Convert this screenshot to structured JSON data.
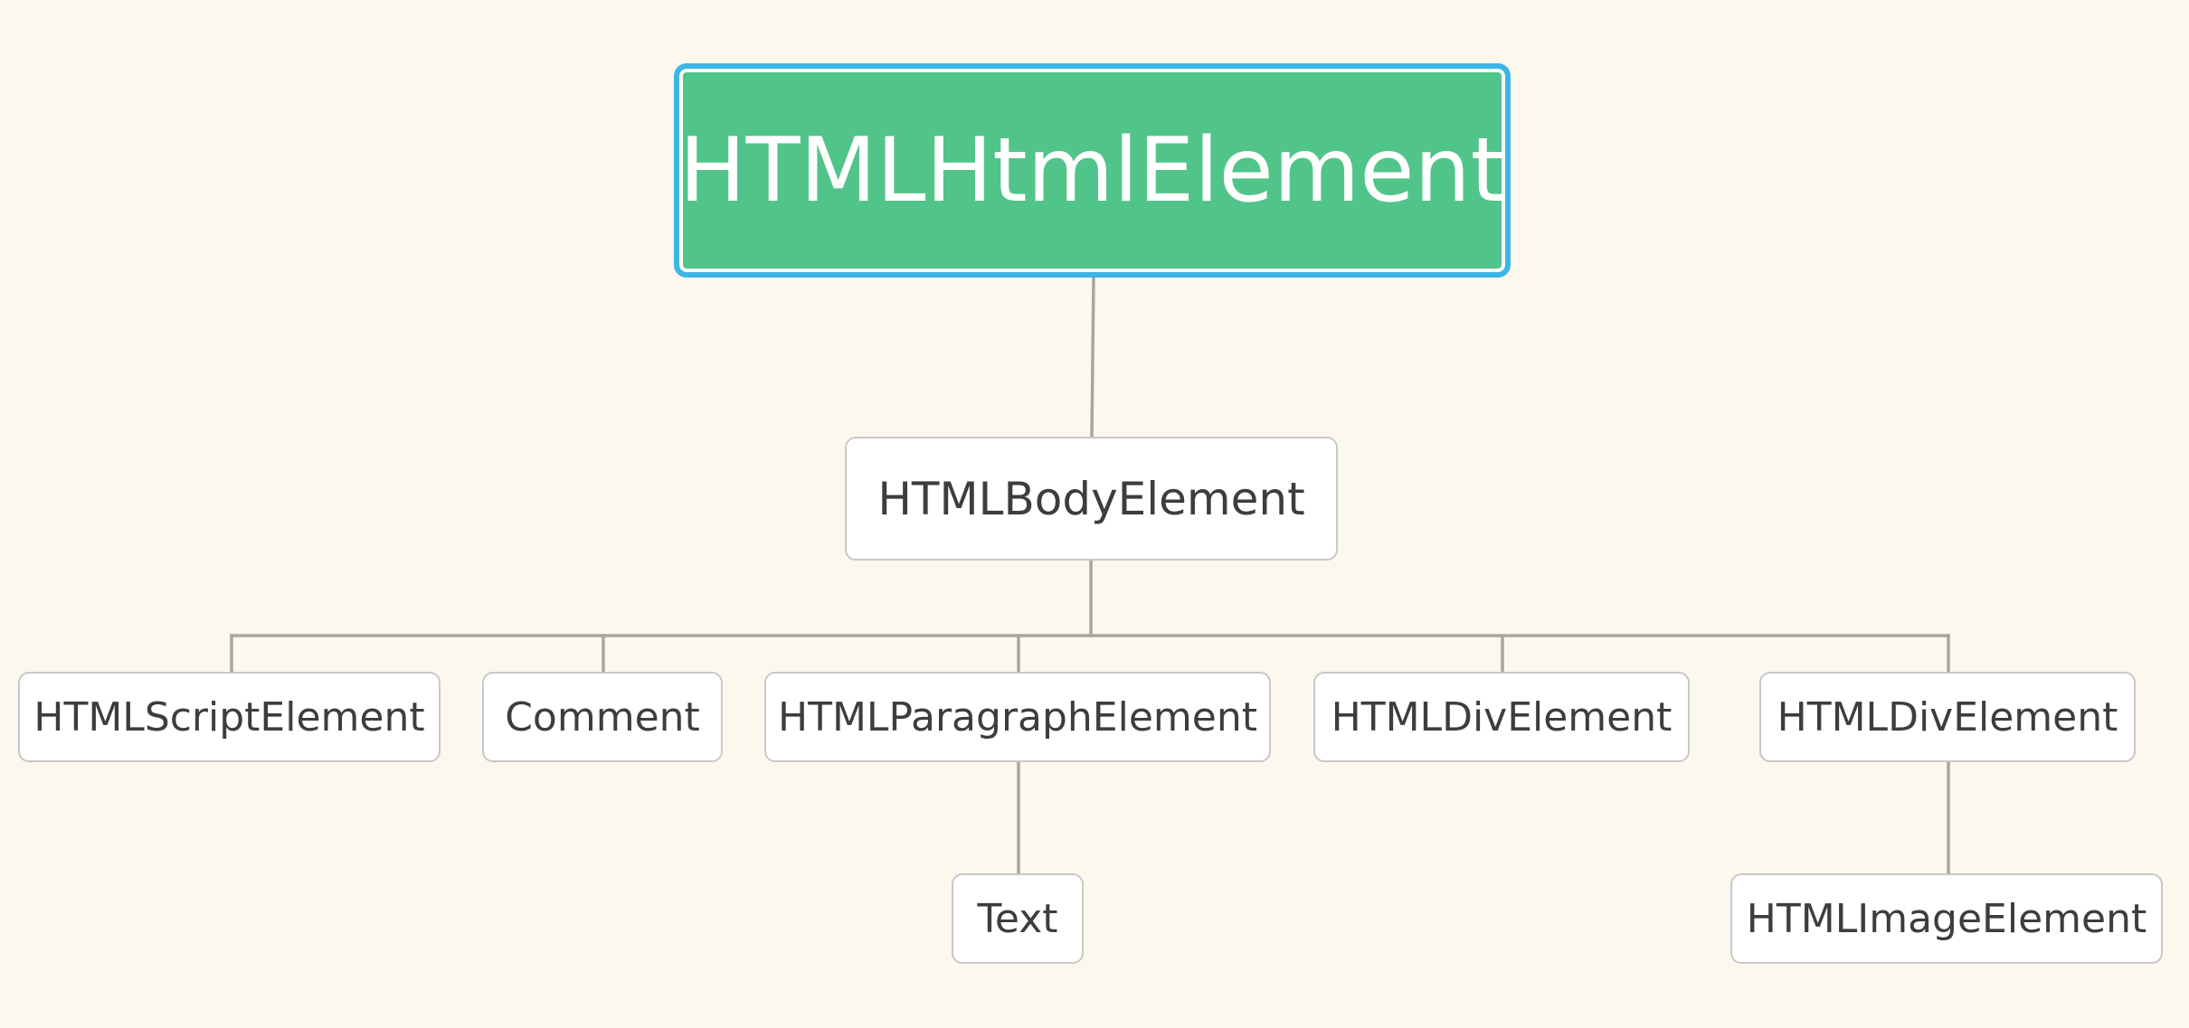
{
  "diagram": {
    "type": "tree",
    "nodes": {
      "root": "HTMLHtmlElement",
      "body": "HTMLBodyElement",
      "script": "HTMLScriptElement",
      "comment": "Comment",
      "paragraph": "HTMLParagraphElement",
      "div_first": "HTMLDivElement",
      "div_second": "HTMLDivElement",
      "text": "Text",
      "image": "HTMLImageElement"
    },
    "edges": [
      [
        "root",
        "body"
      ],
      [
        "body",
        "script"
      ],
      [
        "body",
        "comment"
      ],
      [
        "body",
        "paragraph"
      ],
      [
        "body",
        "div_first"
      ],
      [
        "body",
        "div_second"
      ],
      [
        "paragraph",
        "text"
      ],
      [
        "div_second",
        "image"
      ]
    ]
  },
  "colors": {
    "background": "#fdf8ed",
    "root_fill": "#51c48a",
    "root_border": "#3db5e6",
    "node_fill": "#ffffff",
    "node_border": "#c8c8c8",
    "connector": "#a9a6a1",
    "text": "#3d3d3d"
  }
}
